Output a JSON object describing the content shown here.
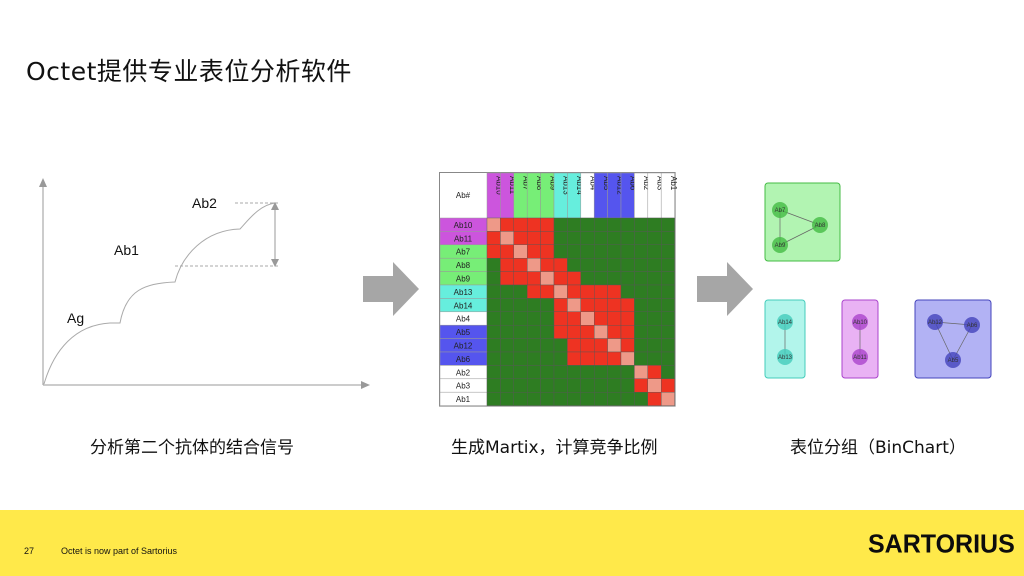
{
  "slide": {
    "title": "Octet提供专业表位分析软件",
    "page_number": "27",
    "footer_text": "Octet is now part of Sartorius",
    "logo_text": "SARTORIUS",
    "colors": {
      "footer_bg": "#ffe94a",
      "arrow": "#a6a6a6"
    }
  },
  "panel_signal": {
    "labels": {
      "ag": "Ag",
      "ab1": "Ab1",
      "ab2": "Ab2"
    },
    "caption": "分析第二个抗体的结合信号"
  },
  "panel_matrix": {
    "corner_label": "Ab#",
    "columns": [
      "Ab10",
      "Ab11",
      "Ab7",
      "Ab8",
      "Ab9",
      "Ab13",
      "Ab14",
      "Ab4",
      "Ab5",
      "Ab12",
      "Ab6",
      "Ab2",
      "Ab3",
      "Ab1"
    ],
    "rows": [
      "Ab10",
      "Ab11",
      "Ab7",
      "Ab8",
      "Ab9",
      "Ab13",
      "Ab14",
      "Ab4",
      "Ab5",
      "Ab12",
      "Ab6",
      "Ab2",
      "Ab3",
      "Ab1"
    ],
    "group_colors": {
      "Ab10": "#cc55dd",
      "Ab11": "#cc55dd",
      "Ab7": "#77ee77",
      "Ab8": "#77ee77",
      "Ab9": "#77ee77",
      "Ab13": "#66eedd",
      "Ab14": "#66eedd",
      "Ab4": "#ffffff",
      "Ab5": "#5555ee",
      "Ab12": "#5555ee",
      "Ab6": "#5555ee",
      "Ab2": "#ffffff",
      "Ab3": "#ffffff",
      "Ab1": "#ffffff"
    },
    "cell_colors": {
      "R": "#ee3322",
      "G": "#2e7d22",
      "D": "#ee9988"
    },
    "cells": [
      "DRRRRGGGGGGGGG",
      "RDRRRGGGGGGGGG",
      "RRDRRGGGGGGGGG",
      "GRRDRRGGGGGGGG",
      "GRRRDRRGGGGGGG",
      "GGGRRDRRRRGGGG",
      "GGGGGRDRRRRGGG",
      "GGGGGRRDRRRGGG",
      "GGGGGRRRDRRGGG",
      "GGGGGGRRRDRGGG",
      "GGGGGGRRRRDGGG",
      "GGGGGGGGGGGDRG",
      "GGGGGGGGGGGRDR",
      "GGGGGGGGGGGGRD"
    ],
    "caption": "生成Martix，计算竞争比例"
  },
  "panel_binchart": {
    "bins": [
      {
        "name": "bin-green",
        "color": "#88ee88",
        "border": "#44bb44",
        "nodes": [
          "Ab7",
          "Ab8",
          "Ab9"
        ]
      },
      {
        "name": "bin-cyan",
        "color": "#88f0e0",
        "border": "#44ccbb",
        "nodes": [
          "Ab14",
          "Ab13"
        ]
      },
      {
        "name": "bin-purple",
        "color": "#dd88ee",
        "border": "#aa44cc",
        "nodes": [
          "Ab10",
          "Ab11"
        ]
      },
      {
        "name": "bin-blue",
        "color": "#8888ee",
        "border": "#4444bb",
        "nodes": [
          "Ab12",
          "Ab6",
          "Ab5"
        ]
      }
    ],
    "caption": "表位分组（BinChart）"
  }
}
